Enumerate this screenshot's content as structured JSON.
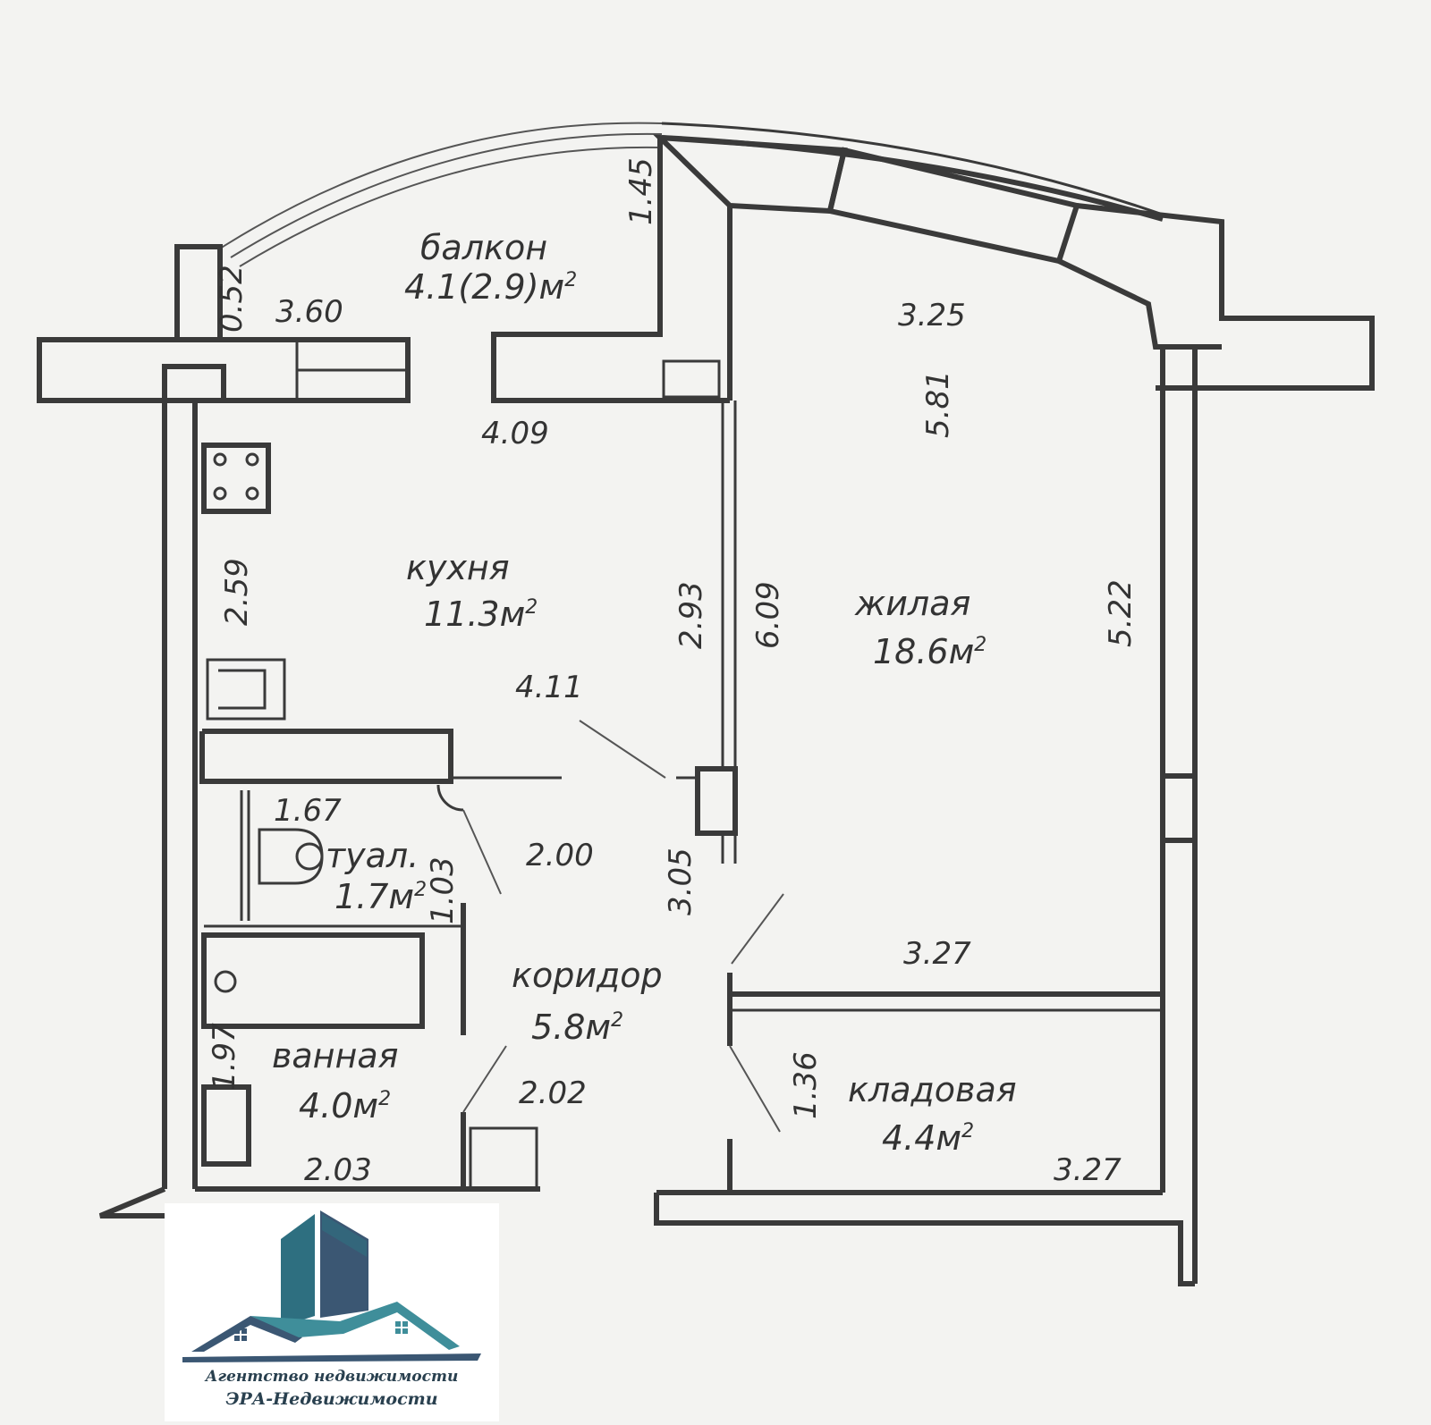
{
  "rooms": {
    "balcony": {
      "name": "балкон",
      "area": "4.1(2.9)м",
      "sup": "2"
    },
    "kitchen": {
      "name": "кухня",
      "area": "11.3м",
      "sup": "2"
    },
    "living": {
      "name": "жилая",
      "area": "18.6м",
      "sup": "2"
    },
    "toilet": {
      "name": "туал.",
      "area": "1.7м",
      "sup": "2"
    },
    "corridor": {
      "name": "коридор",
      "area": "5.8м",
      "sup": "2"
    },
    "bathroom": {
      "name": "ванная",
      "area": "4.0м",
      "sup": "2"
    },
    "storage": {
      "name": "кладовая",
      "area": "4.4м",
      "sup": "2"
    }
  },
  "dimensions": {
    "d145": "1.45",
    "d052": "0.52",
    "d360": "3.60",
    "d325": "3.25",
    "d581": "5.81",
    "d409": "4.09",
    "d259": "2.59",
    "d293": "2.93",
    "d609": "6.09",
    "d522": "5.22",
    "d411": "4.11",
    "d167": "1.67",
    "d200": "2.00",
    "d305": "3.05",
    "d103": "1.03",
    "d327a": "3.27",
    "d197": "1.97",
    "d202": "2.02",
    "d136": "1.36",
    "d327b": "3.27",
    "d203": "2.03"
  },
  "logo": {
    "line1": "Агентство недвижимости",
    "line2": "ЭРА-Недвижимости",
    "colors": {
      "teal": "#2e6f80",
      "navy": "#3b5773",
      "light_teal": "#3f8e9a"
    }
  }
}
